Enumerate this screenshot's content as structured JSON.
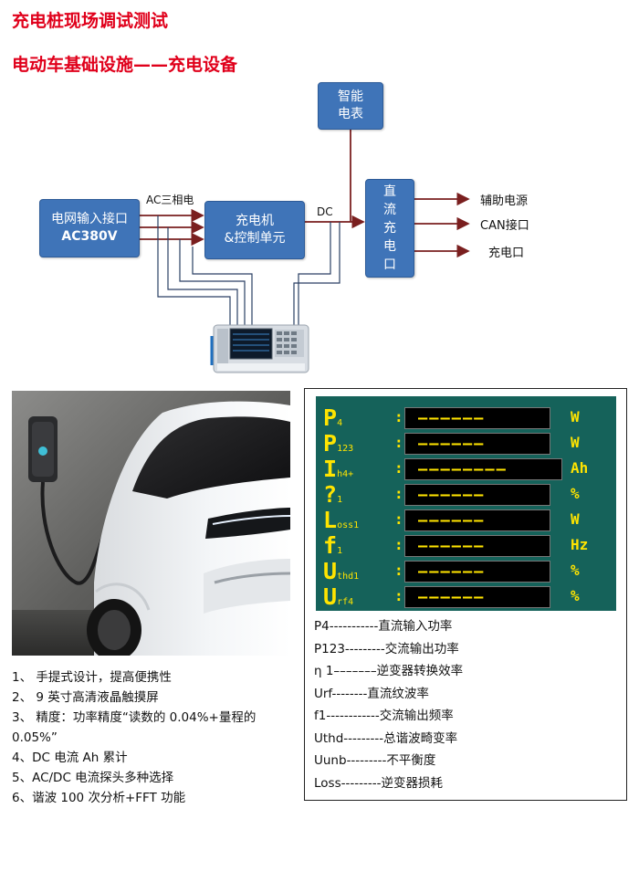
{
  "titles": {
    "main": "充电桩现场调试测试",
    "sub": "电动车基础设施——充电设备"
  },
  "diagram": {
    "meter": [
      "智能",
      "电表"
    ],
    "grid_input": [
      "电网输入接口",
      "AC380V"
    ],
    "charger": [
      "充电机",
      "&控制单元"
    ],
    "dc_port": [
      "直",
      "流",
      "充",
      "电",
      "口"
    ],
    "ac_label": "AC三相电",
    "dc_label": "DC",
    "outputs": [
      "辅助电源",
      "CAN接口",
      "充电口"
    ]
  },
  "features": [
    "1、 手提式设计，提高便携性",
    "2、 9 英寸高清液晶触摸屏",
    "3、 精度：功率精度“读数的 0.04%+量程的",
    "0.05%”",
    "4、DC 电流 Ah 累计",
    "5、AC/DC  电流探头多种选择",
    "6、谐波 100 次分析+FFT 功能"
  ],
  "lcd": {
    "rows": [
      {
        "main": "P",
        "sub": "4",
        "value": "––––––",
        "unit": "W"
      },
      {
        "main": "P",
        "sub": "123",
        "value": "––––––",
        "unit": "W"
      },
      {
        "main": "I",
        "sub": "h4+",
        "value": "––––––––",
        "unit": "Ah"
      },
      {
        "main": "?",
        "sub": "1",
        "value": "––––––",
        "unit": "%"
      },
      {
        "main": "L",
        "sub": "oss1",
        "value": "––––––",
        "unit": "W"
      },
      {
        "main": "f",
        "sub": "1",
        "value": "––––––",
        "unit": "Hz"
      },
      {
        "main": "U",
        "sub": "thd1",
        "value": "––––––",
        "unit": "%"
      },
      {
        "main": "U",
        "sub": "rf4",
        "value": "––––––",
        "unit": "%"
      }
    ]
  },
  "legend": [
    "P4-----------直流输入功率",
    "P123---------交流输出功率",
    "η 1–––––––逆变器转换效率",
    "Urf--------直流纹波率",
    "f1------------交流输出频率",
    "Uthd---------总谐波畸变率",
    "Uunb---------不平衡度",
    "Loss---------逆变器损耗"
  ],
  "colors": {
    "title": "#e0001b",
    "box": "#3f74b8",
    "wire": "#7a1f1f",
    "lcd_bg": "#15625a",
    "lcd_text": "#ffe400"
  }
}
